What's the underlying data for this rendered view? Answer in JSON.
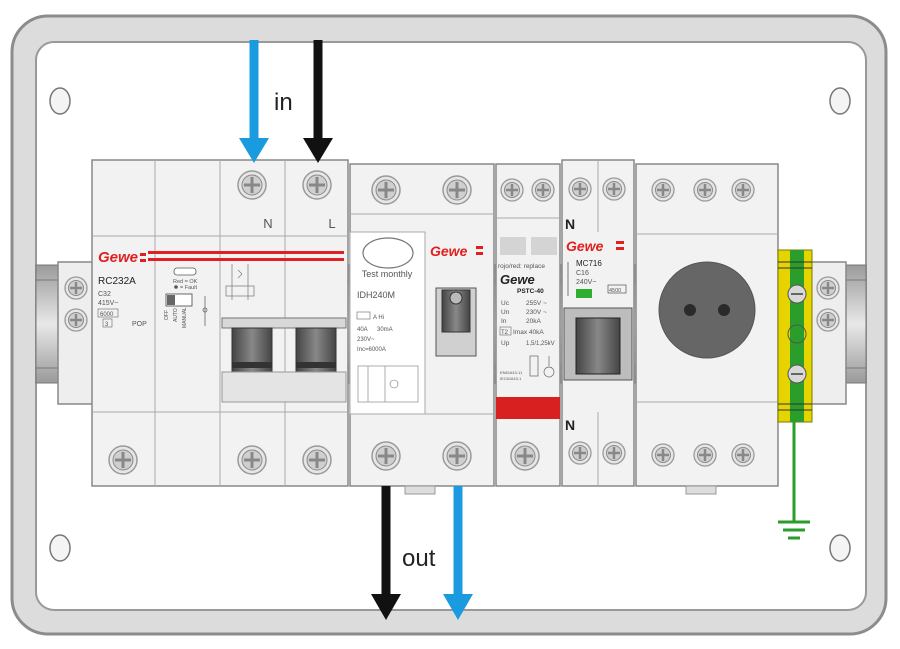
{
  "labels": {
    "in": "in",
    "out": "out"
  },
  "rcbo": {
    "brand": "Gewe",
    "model": "RC232A",
    "rating": "C32",
    "voltage": "415V~",
    "breaking": "6000",
    "class": "3",
    "legend_ok": "Red = OK",
    "legend_fault": "= Fault",
    "switch_off": "OFF",
    "switch_auto": "AUTO",
    "switch_manual": "MANUAL",
    "pop": "POP",
    "terminal_n": "N",
    "terminal_l": "L"
  },
  "rcd": {
    "brand": "Gewe",
    "test_label": "Test monthly",
    "model": "IDH240M",
    "type": "A Hi",
    "rating": "40A",
    "sensitivity": "30mA",
    "voltage": "230V~",
    "inc": "Inc=6000A"
  },
  "spd": {
    "replace_note": "rojo/red: replace",
    "brand": "Gewe",
    "model": "PSTC-40",
    "uc_label": "Uc",
    "uc_value": "255V ~",
    "un_label": "Un",
    "un_value": "230V ~",
    "in_label": "In",
    "in_value": "20kA",
    "imax_label": "T2",
    "imax_value": "Imax 40kA",
    "up_label": "Up",
    "up_value": "1,5/1,25kV",
    "standards_1": "EN61643-11",
    "standards_2": "IEC61643-1"
  },
  "mcb": {
    "brand": "Gewe",
    "terminal_top": "N",
    "terminal_bottom": "N",
    "model": "MC716",
    "rating": "C16",
    "voltage": "240V~",
    "breaking": "4500"
  },
  "colors": {
    "live": "#111111",
    "neutral": "#1a9be0",
    "earth": "#2a9d2a",
    "brand_red": "#e02020",
    "earth_bar": "#e5d400"
  }
}
